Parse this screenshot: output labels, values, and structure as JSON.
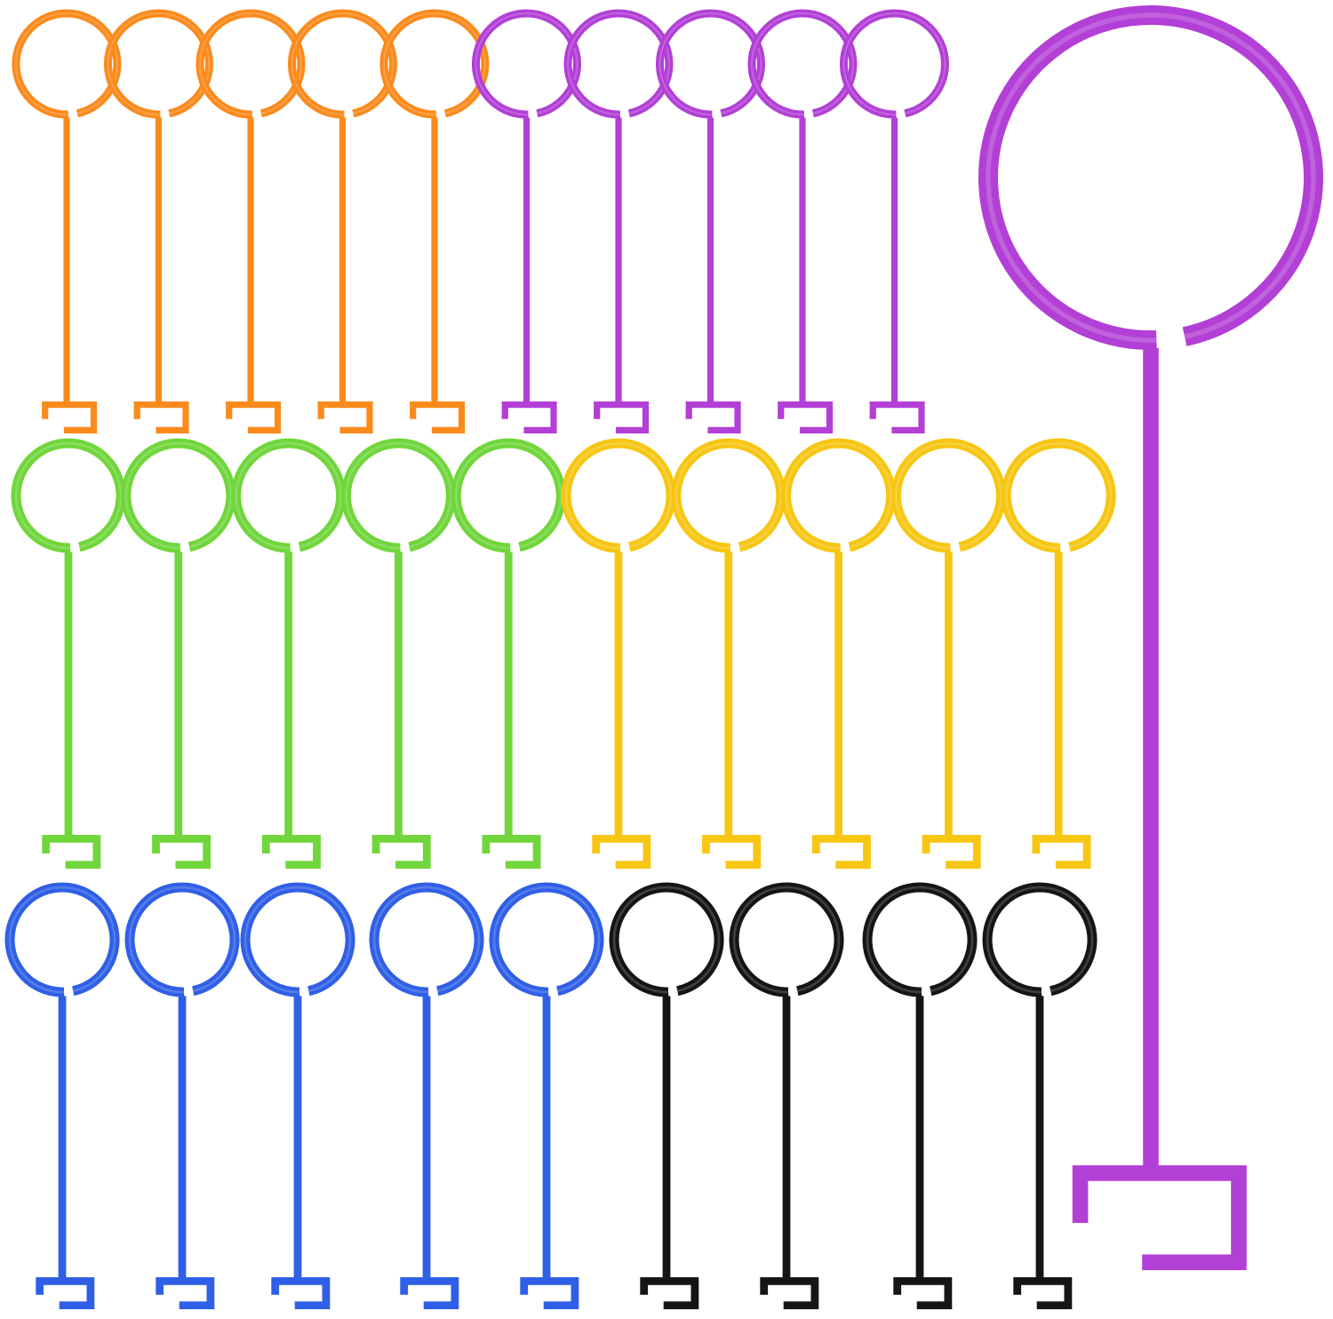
{
  "scene": {
    "background": "#ffffff",
    "subject": "skate-straps",
    "rows": [
      {
        "groups": [
          {
            "color": "#fb8a1c",
            "count": 5
          },
          {
            "color": "#b23fd6",
            "count": 5
          }
        ]
      },
      {
        "groups": [
          {
            "color": "#70d63b",
            "count": 5
          },
          {
            "color": "#f7c612",
            "count": 5
          }
        ]
      },
      {
        "groups": [
          {
            "color": "#2f5fe6",
            "count": 5
          },
          {
            "color": "#151515",
            "count": 4
          }
        ]
      }
    ],
    "featured": {
      "color": "#b23fd6",
      "count": 1
    }
  }
}
